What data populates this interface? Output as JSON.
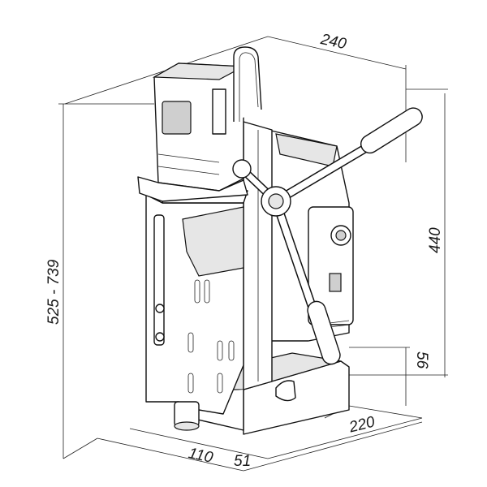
{
  "dimensions": {
    "top_width": "240",
    "height_column": "440",
    "total_height_range": "525 - 739",
    "base_height": "56",
    "base_depth": "220",
    "base_width": "110",
    "offset": "51"
  },
  "colors": {
    "line": "#111111",
    "shade": "#e6e6e6"
  }
}
